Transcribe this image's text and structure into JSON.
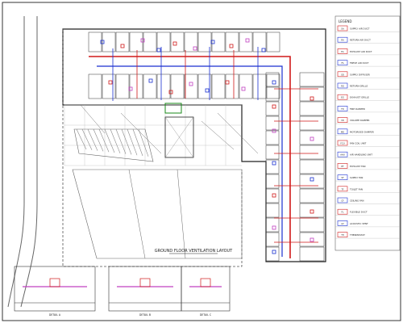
{
  "drawing": {
    "title": "GROUND FLOOR VENTILATION LAYOUT"
  },
  "legend": {
    "heading": "LEGEND",
    "items": [
      {
        "symbol": "SA",
        "text": "SUPPLY AIR DUCT"
      },
      {
        "symbol": "RA",
        "text": "RETURN AIR DUCT"
      },
      {
        "symbol": "EA",
        "text": "EXHAUST AIR DUCT"
      },
      {
        "symbol": "FA",
        "text": "FRESH AIR DUCT"
      },
      {
        "symbol": "SD",
        "text": "SUPPLY DIFFUSER"
      },
      {
        "symbol": "RG",
        "text": "RETURN GRILLE"
      },
      {
        "symbol": "EG",
        "text": "EXHAUST GRILLE"
      },
      {
        "symbol": "FD",
        "text": "FIRE DAMPER"
      },
      {
        "symbol": "VD",
        "text": "VOLUME DAMPER"
      },
      {
        "symbol": "MD",
        "text": "MOTORISED DAMPER"
      },
      {
        "symbol": "FCU",
        "text": "FAN COIL UNIT"
      },
      {
        "symbol": "AHU",
        "text": "AIR HANDLING UNIT"
      },
      {
        "symbol": "EF",
        "text": "EXHAUST FAN"
      },
      {
        "symbol": "SF",
        "text": "SUPPLY FAN"
      },
      {
        "symbol": "TF",
        "text": "TOILET FAN"
      },
      {
        "symbol": "CF",
        "text": "CEILING FAN"
      },
      {
        "symbol": "FL",
        "text": "FLEXIBLE DUCT"
      },
      {
        "symbol": "AV",
        "text": "ACOUSTIC VENT"
      },
      {
        "symbol": "TH",
        "text": "THERMOSTAT"
      }
    ]
  },
  "details": [
    {
      "label": "DETAIL A"
    },
    {
      "label": "DETAIL B"
    },
    {
      "label": "DETAIL C"
    }
  ],
  "colors": {
    "ink": "#222222",
    "supply": "#d01a1a",
    "return": "#1a2fd0",
    "magenta": "#c040c0",
    "green": "#1a8a1a",
    "hatch": "#888888"
  }
}
